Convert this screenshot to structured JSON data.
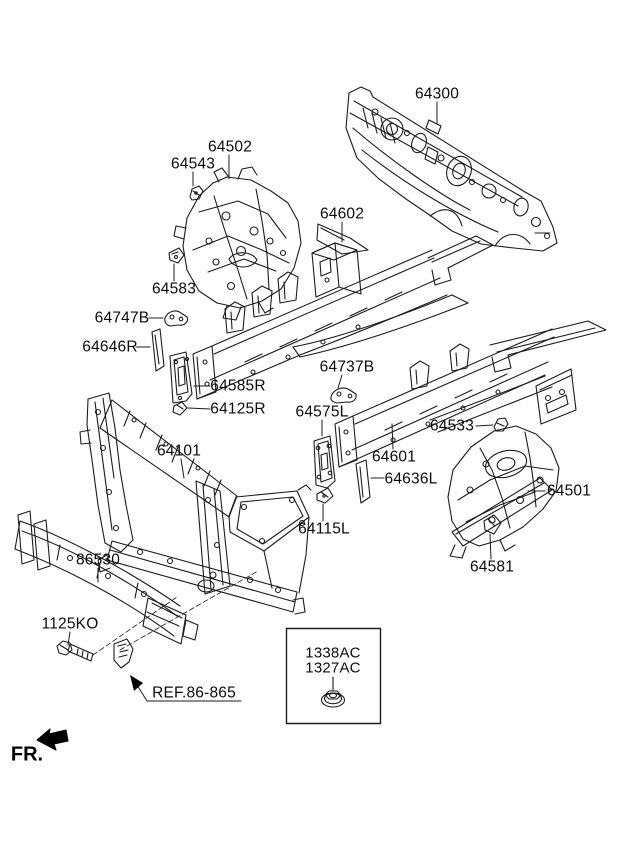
{
  "page": {
    "background": "#ffffff",
    "line_color": "#1c1c1c"
  },
  "labels": {
    "p64300": "64300",
    "p64502": "64502",
    "p64543": "64543",
    "p64583": "64583",
    "p64602": "64602",
    "p64747B": "64747B",
    "p64646R": "64646R",
    "p64585R": "64585R",
    "p64125R": "64125R",
    "p64737B": "64737B",
    "p64575L": "64575L",
    "p64533": "64533",
    "p64601": "64601",
    "p64636L": "64636L",
    "p64501": "64501",
    "p64115L": "64115L",
    "p64101": "64101",
    "p86530": "86530",
    "p64581": "64581",
    "p1125KO": "1125KO"
  },
  "reference": {
    "label": "REF.86-865"
  },
  "direction": {
    "label": "FR."
  },
  "fastener_box": {
    "line1": "1338AC",
    "line2": "1327AC",
    "icon": "flange-nut-icon"
  }
}
